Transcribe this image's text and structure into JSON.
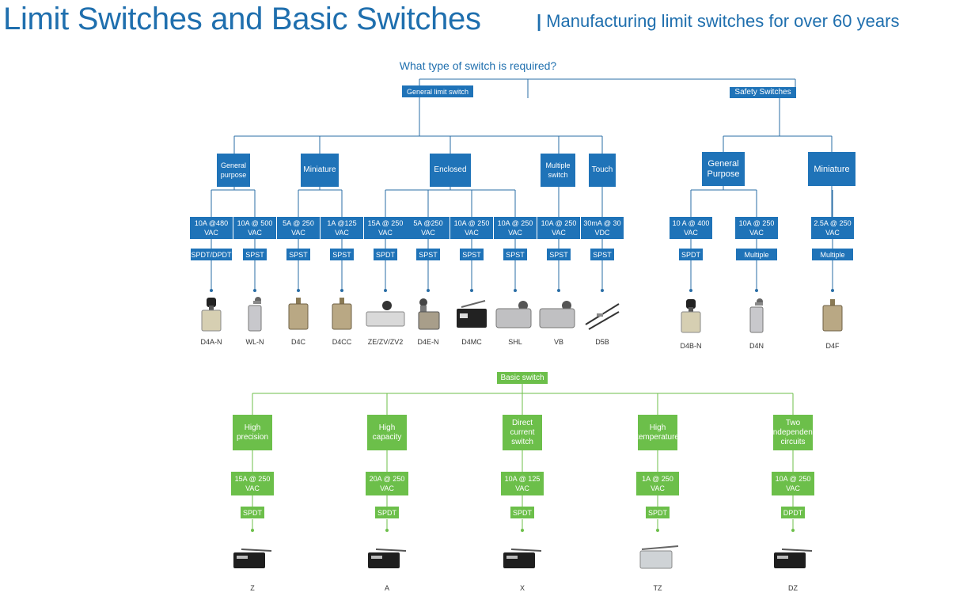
{
  "header": {
    "title": "Limit Switches and Basic Switches",
    "subtitle_bar": "|",
    "subtitle": "Manufacturing limit switches for over 60 years"
  },
  "question": "What type of switch is required?",
  "root_boxes": {
    "general": "General limit switch",
    "safety": "Safety Switches",
    "basic": "Basic switch"
  },
  "categories": {
    "general_purpose": "General purpose",
    "miniature": "Miniature",
    "enclosed": "Enclosed",
    "multiple": "Multiple switch",
    "touch": "Touch",
    "safety_general": "General Purpose",
    "safety_miniature": "Miniature"
  },
  "limit_products": [
    {
      "rating": "10A @480 VAC",
      "contact": "SPDT/DPDT",
      "model": "D4A-N"
    },
    {
      "rating": "10A @ 500 VAC",
      "contact": "SPST",
      "model": "WL-N"
    },
    {
      "rating": "5A @ 250 VAC",
      "contact": "SPST",
      "model": "D4C"
    },
    {
      "rating": "1A @125 VAC",
      "contact": "SPST",
      "model": "D4CC"
    },
    {
      "rating": "15A @ 250 VAC",
      "contact": "SPDT",
      "model": "ZE/ZV/ZV2"
    },
    {
      "rating": "5A @250 VAC",
      "contact": "SPST",
      "model": "D4E-N"
    },
    {
      "rating": "10A @ 250 VAC",
      "contact": "SPST",
      "model": "D4MC"
    },
    {
      "rating": "10A @ 250 VAC",
      "contact": "SPST",
      "model": "SHL"
    },
    {
      "rating": "10A @ 250 VAC",
      "contact": "SPST",
      "model": "VB"
    },
    {
      "rating": "30mA @ 30 VDC",
      "contact": "SPST",
      "model": "D5B"
    }
  ],
  "safety_products": [
    {
      "rating": "10 A @ 400 VAC",
      "contact": "SPDT",
      "model": "D4B-N"
    },
    {
      "rating": "10A @ 250 VAC",
      "contact": "Multiple",
      "model": "D4N"
    },
    {
      "rating": "2.5A @ 250 VAC",
      "contact": "Multiple",
      "model": "D4F"
    }
  ],
  "basic_products": [
    {
      "category": "High precision",
      "rating": "15A @ 250 VAC",
      "contact": "SPDT",
      "model": "Z"
    },
    {
      "category": "High capacity",
      "rating": "20A @ 250 VAC",
      "contact": "SPDT",
      "model": "A"
    },
    {
      "category": "Direct current switch",
      "rating": "10A @ 125 VAC",
      "contact": "SPDT",
      "model": "X"
    },
    {
      "category": "High temperature",
      "rating": "1A @ 250 VAC",
      "contact": "SPDT",
      "model": "TZ"
    },
    {
      "category": "Two independent circuits",
      "rating": "10A @ 250 VAC",
      "contact": "DPDT",
      "model": "DZ"
    }
  ],
  "colors": {
    "title": "#1f6fae",
    "blue": "#1f73b8",
    "green": "#6cbf4a",
    "line": "#2a6ea6"
  }
}
